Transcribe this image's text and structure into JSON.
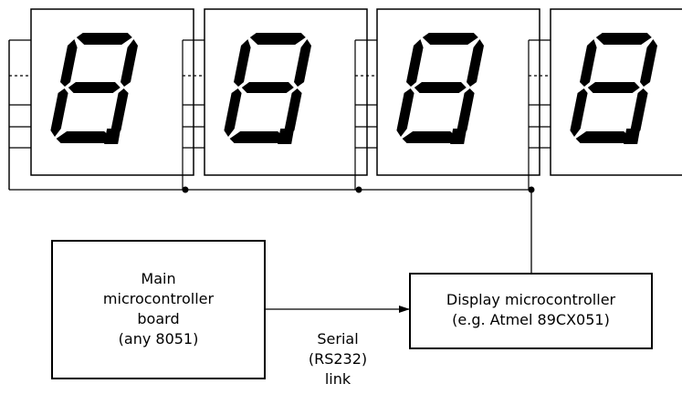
{
  "main_board": {
    "lines": [
      "Main",
      "microcontroller",
      "board",
      "(any 8051)"
    ]
  },
  "display_controller": {
    "lines": [
      "Display microcontroller",
      "(e.g. Atmel 89CX051)"
    ]
  },
  "link_label": {
    "lines": [
      "Serial",
      "(RS232)",
      "link"
    ]
  },
  "digits": [
    "8.",
    "8.",
    "8.",
    "8."
  ],
  "colors": {
    "line": "#000000",
    "segment": "#000000",
    "background": "#ffffff"
  }
}
